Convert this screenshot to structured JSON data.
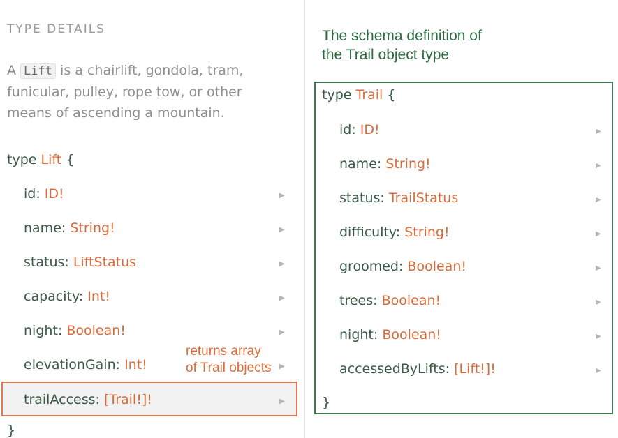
{
  "left": {
    "section_title": "TYPE DETAILS",
    "description_prefix": "A ",
    "description_code": "Lift",
    "description_rest": " is a chairlift, gondola, tram, funicular, pulley, rope tow, or other means of ascending a mountain.",
    "type_keyword": "type",
    "type_name": "Lift",
    "open_brace": "{",
    "close_brace": "}",
    "fields": [
      {
        "name": "id:",
        "type": "ID!"
      },
      {
        "name": "name:",
        "type": "String!"
      },
      {
        "name": "status:",
        "type": "LiftStatus"
      },
      {
        "name": "capacity:",
        "type": "Int!"
      },
      {
        "name": "night:",
        "type": "Boolean!"
      },
      {
        "name": "elevationGain:",
        "type": "Int!"
      },
      {
        "name": "trailAccess:",
        "type": "[Trail!]!"
      }
    ],
    "annotation_line1": "returns array",
    "annotation_line2": "of Trail objects"
  },
  "right": {
    "note_line1": "The schema definition of",
    "note_line2": "the Trail object type",
    "type_keyword": "type",
    "type_name": "Trail",
    "open_brace": "{",
    "close_brace": "}",
    "fields": [
      {
        "name": "id:",
        "type": "ID!"
      },
      {
        "name": "name:",
        "type": "String!"
      },
      {
        "name": "status:",
        "type": "TrailStatus"
      },
      {
        "name": "difficulty:",
        "type": "String!"
      },
      {
        "name": "groomed:",
        "type": "Boolean!"
      },
      {
        "name": "trees:",
        "type": "Boolean!"
      },
      {
        "name": "night:",
        "type": "Boolean!"
      },
      {
        "name": "accessedByLifts:",
        "type": "[Lift!]!"
      }
    ]
  },
  "icons": {
    "expand_arrow": "right-triangle-icon"
  },
  "colors": {
    "type_accent": "#d96b3a",
    "field_text": "#3a5a46",
    "highlight_border": "#e07a52",
    "box_border": "#3f7a52",
    "note_text": "#2e6b42"
  }
}
